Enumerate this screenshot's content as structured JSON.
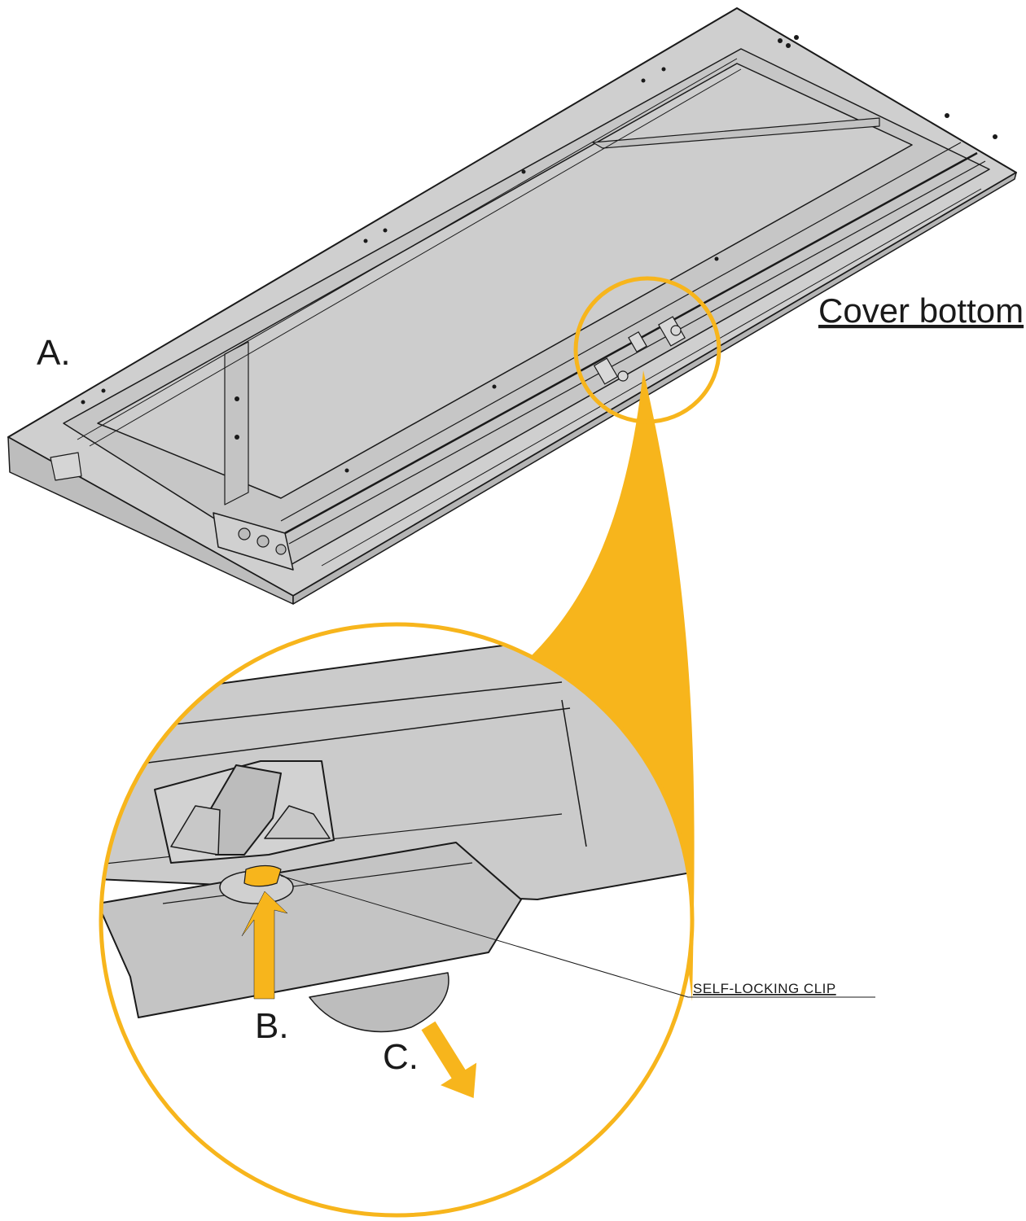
{
  "labels": {
    "step_a": "A.",
    "step_b": "B.",
    "step_c": "C.",
    "cover_bottom": "Cover bottom",
    "self_locking_clip": "SELF-LOCKING CLIP"
  },
  "colors": {
    "accent": "#F7B51C",
    "panel_fill": "#CBCBCB",
    "line": "#1a1a1a"
  }
}
